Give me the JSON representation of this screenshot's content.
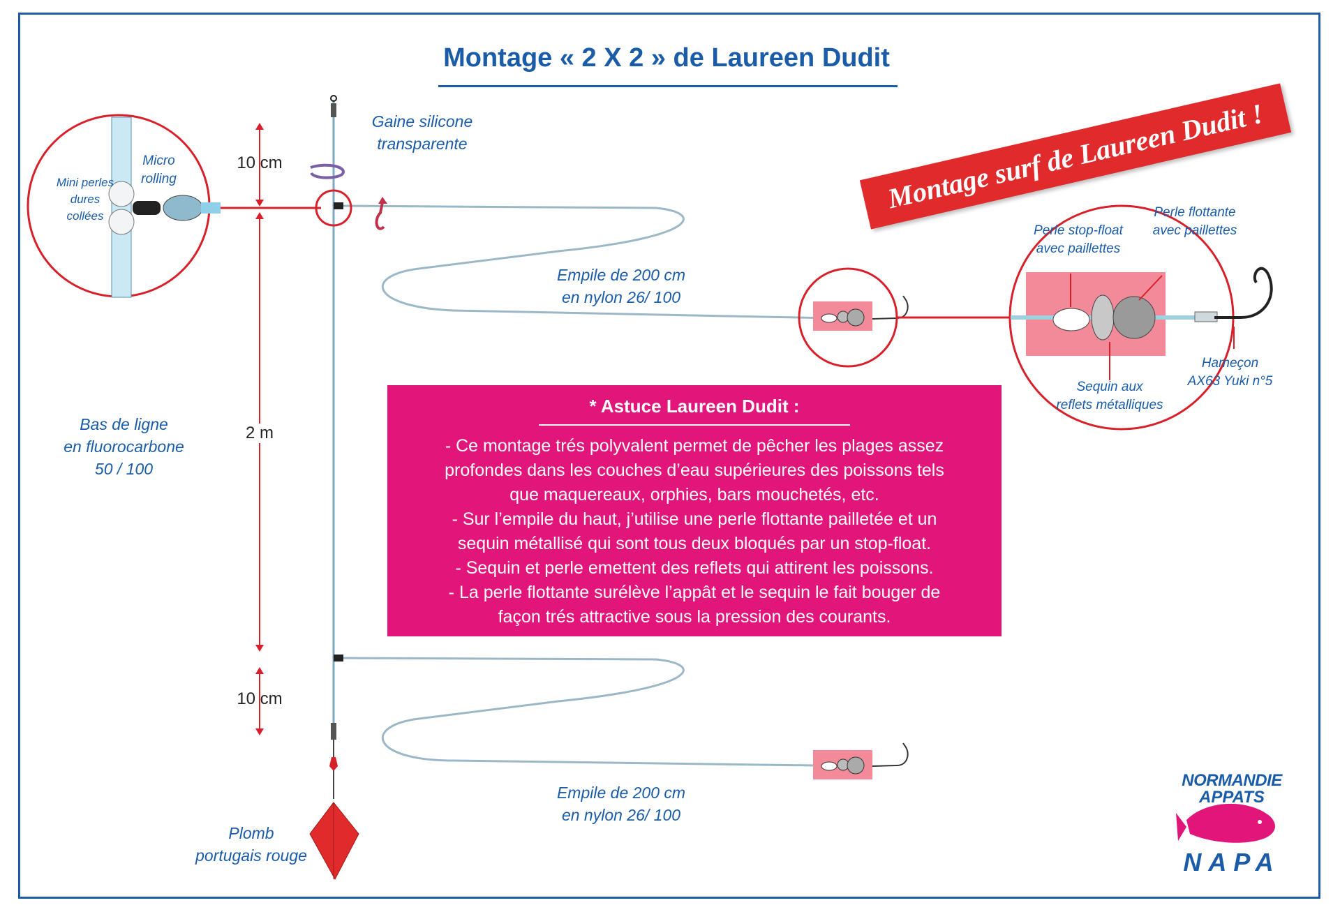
{
  "title": "Montage « 2 X 2 » de Laureen Dudit",
  "banner": "Montage surf  de Laureen Dudit !",
  "labels": {
    "gaine": "Gaine silicone",
    "gaine2": "transparente",
    "micro": "Micro",
    "micro2": "rolling",
    "mini": "Mini perles",
    "mini2": "dures",
    "mini3": "collées",
    "bas": "Bas de ligne",
    "bas2": "en fluorocarbone",
    "bas3": "50 / 100",
    "empile_top": "Empile de 200 cm",
    "empile_top2": "en nylon 26/ 100",
    "empile_bot": "Empile de 200 cm",
    "empile_bot2": "en nylon 26/ 100",
    "plomb": "Plomb",
    "plomb2": "portugais rouge",
    "stopfloat": "Perle stop-float",
    "stopfloat2": "avec paillettes",
    "perle_flot": "Perle flottante",
    "perle_flot2": "avec paillettes",
    "sequin": "Sequin aux",
    "sequin2": "reflets métalliques",
    "hamecon": "Hameçon",
    "hamecon2": "AX63 Yuki n°5"
  },
  "dimensions": {
    "top": "10 cm",
    "middle": "2 m",
    "bottom": "10 cm"
  },
  "tip": {
    "title": "* Astuce Laureen Dudit :",
    "lines": [
      "- Ce montage trés polyvalent permet de pêcher les plages assez",
      "profondes dans les couches d’eau supérieures des poissons tels",
      "que maquereaux, orphies, bars mouchetés, etc.",
      "- Sur l’empile du haut, j’utilise une perle flottante pailletée et un",
      "sequin métallisé qui sont tous deux bloqués par un stop-float.",
      "- Sequin et perle emettent des reflets qui attirent les poissons.",
      "- La perle flottante surélève l’appât et le sequin le fait bouger de",
      "façon trés attractive sous la pression des courants."
    ]
  },
  "logo": {
    "line1": "NORMANDIE",
    "line2": "APPATS",
    "line3": "NAPA"
  },
  "colors": {
    "blue": "#1a5ca8",
    "red": "#e02a2b",
    "pink_box": "#e2157a",
    "pink_bead_bg": "#f28a9a",
    "line": "#7fa9bd"
  }
}
